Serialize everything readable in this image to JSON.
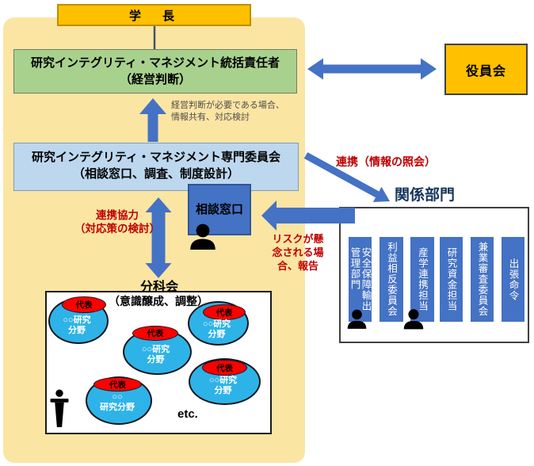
{
  "colors": {
    "accent_blue": "#4472C4",
    "gold": "#FFC000",
    "panel_yellow": "#FBE5A3",
    "green": "#A9D18E",
    "light_blue": "#BDD7EE",
    "cyan": "#2EB3E8",
    "red": "#FF0000",
    "red_text": "#C00000",
    "navy_text": "#17365D"
  },
  "president": {
    "label": "学　長"
  },
  "director": {
    "line1": "研究インテグリティ・マネジメント統括責任者",
    "line2": "（経営判断）"
  },
  "board": {
    "label": "役員会"
  },
  "decision_note": {
    "line1": "経営判断が必要である場合、",
    "line2": "情報共有、対応検討"
  },
  "committee": {
    "line1": "研究インテグリティ・マネジメント専門委員会",
    "line2": "（相談窓口、調査、制度設計）"
  },
  "consult": {
    "label": "相談窓口"
  },
  "notes": {
    "coop_right": "連携（情報の照会）",
    "coop_left1": "連携協力",
    "coop_left2": "（対応策の検討）",
    "risk": "リスクが懸\n念される場\n合、報告"
  },
  "related": {
    "title": "関係部門",
    "departments": [
      "安全保障輸出\n管理部門",
      "利益相反委員会",
      "産学連携担当",
      "研究資金担当",
      "兼業審査委員会",
      "出張命令"
    ]
  },
  "subcommittee": {
    "title": "分科会",
    "subtitle": "（意識醸成、調整）",
    "etc": "etc.",
    "groups": [
      {
        "rep": "代表",
        "field": "○○研究\n分野"
      },
      {
        "rep": "代表",
        "field": "○○研究\n分野"
      },
      {
        "rep": "代表",
        "field": "○○研究\n分野"
      },
      {
        "rep": "代表",
        "field": "○○研究\n分野"
      },
      {
        "rep": "代表",
        "field": "○○\n研究分野"
      }
    ]
  }
}
